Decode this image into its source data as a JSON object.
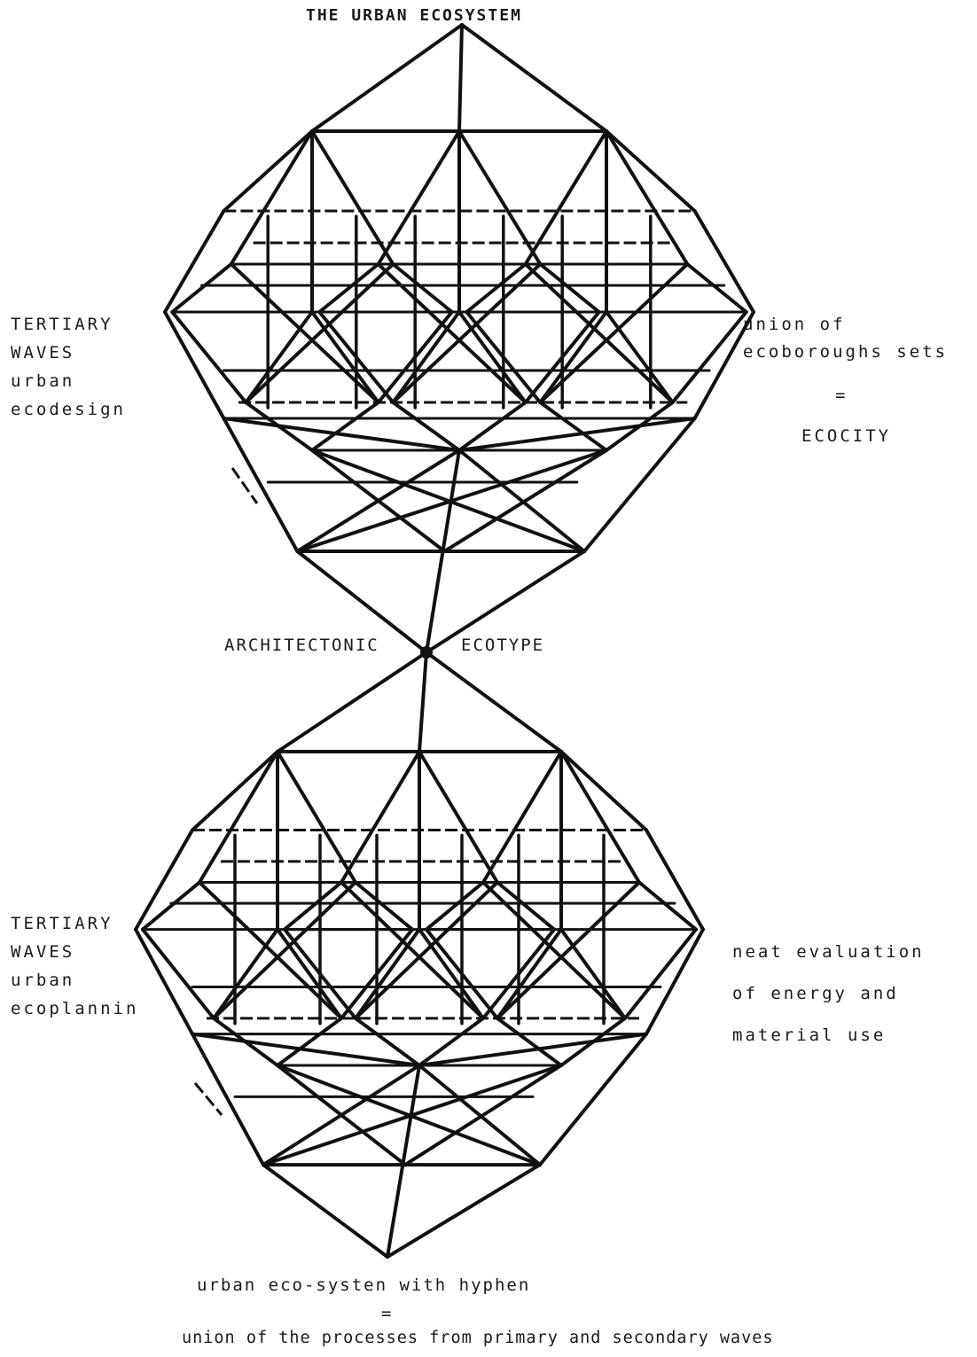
{
  "diagram": {
    "title": "THE URBAN ECOSYSTEM",
    "middle_left": "ARCHITECTONIC",
    "middle_right": "ECOTYPE",
    "top_left": [
      "TERTIARY",
      "WAVES",
      "urban",
      "ecodesign"
    ],
    "top_right": [
      "union of",
      "ecoboroughs sets",
      "=",
      "ECOCITY"
    ],
    "bottom_left": [
      "TERTIARY",
      "WAVES",
      "urban",
      "ecoplannin"
    ],
    "bottom_right": [
      "neat evaluation",
      "of energy and",
      "material use"
    ],
    "footer": [
      "urban eco-systen with hyphen",
      "=",
      "union of the processes from primary and secondary waves"
    ]
  },
  "colors": {
    "ink": "#111111",
    "paper": "#ffffff"
  }
}
